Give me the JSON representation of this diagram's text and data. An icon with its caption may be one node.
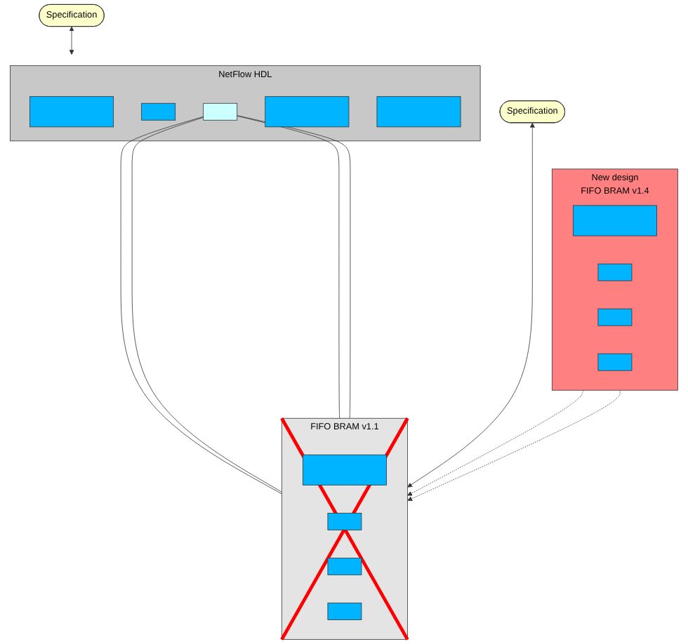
{
  "diagram": {
    "nodes": [
      {
        "text": [
          "Specification"
        ]
      },
      {
        "text": [
          "NetFlow HDL"
        ]
      },
      {
        "text": [],
        "shape": "bar",
        "in": 1
      },
      {
        "text": [],
        "shape": "box",
        "in": 1
      },
      {
        "text": [],
        "shape": "box",
        "in": 1
      },
      {
        "text": [],
        "shape": "bar",
        "in": 1
      },
      {
        "text": [],
        "shape": "bar",
        "in": 1
      },
      {
        "text": [
          "Specification"
        ]
      },
      {
        "text": [
          "FIFO BRAM v1.1"
        ]
      },
      {
        "text": [],
        "shape": "bar",
        "in": 8
      },
      {
        "text": [],
        "shape": "box",
        "in": 8
      },
      {
        "text": [],
        "shape": "box",
        "in": 8
      },
      {
        "text": [],
        "shape": "box",
        "in": 8
      },
      {
        "text": [
          "New design",
          "FIFO BRAM v1.4"
        ]
      },
      {
        "text": [],
        "shape": "bar",
        "in": 13
      },
      {
        "text": [],
        "shape": "box",
        "in": 13
      },
      {
        "text": [],
        "shape": "box",
        "in": 13
      },
      {
        "text": [],
        "shape": "box",
        "in": 13
      }
    ],
    "edges": [
      {
        "from": 0,
        "to": 1,
        "arrow": "both"
      },
      {
        "from": 4,
        "to": 8,
        "arrow": "none"
      },
      {
        "from": 4,
        "to": 8,
        "arrow": "none"
      },
      {
        "from": 4,
        "to": 8,
        "arrow": "none"
      },
      {
        "from": 4,
        "to": 8,
        "arrow": "none"
      },
      {
        "from": 7,
        "to": 8,
        "arrow": "both"
      },
      {
        "from": 13,
        "to": 8,
        "arrow": "to",
        "style": "dashed"
      },
      {
        "from": 13,
        "to": 8,
        "arrow": "to",
        "style": "dashed"
      }
    ]
  }
}
